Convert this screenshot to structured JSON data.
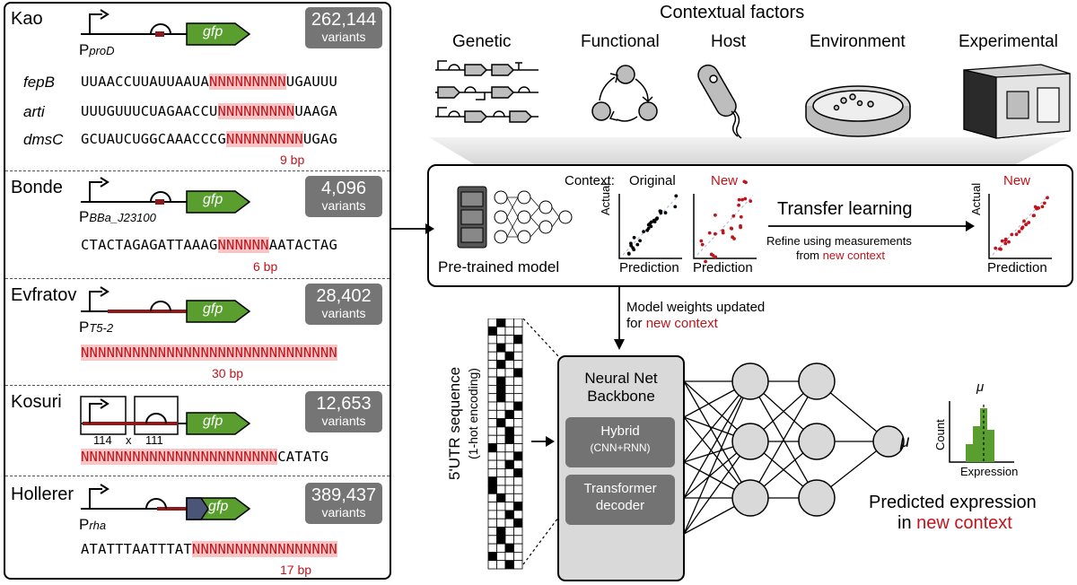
{
  "datasets": [
    {
      "name": "Kao",
      "promoter": "P",
      "promoter_sub": "proD",
      "gene": "gfp",
      "count": "262,144",
      "count_unit": "variants",
      "rows": [
        {
          "label": "fepB",
          "pre": "UUAACCUUAUUAAUA",
          "nnn": "NNNNNNNNN",
          "post": "UGAUUU"
        },
        {
          "label": "arti",
          "pre": "UUUGUUUCUAGAACCU",
          "nnn": "NNNNNNNNN",
          "post": "UAAGA"
        },
        {
          "label": "dmsC",
          "pre": "GCUAUCUGGCAAACCCG",
          "nnn": "NNNNNNNNN",
          "post": "UGAG"
        }
      ],
      "bp": "9 bp"
    },
    {
      "name": "Bonde",
      "promoter": "P",
      "promoter_sub": "BBa_J23100",
      "gene": "gfp",
      "count": "4,096",
      "count_unit": "variants",
      "seq_pre": "CTACTAGAGATTAAAG",
      "seq_nnn": "NNNNNN",
      "seq_post": "AATACTAG",
      "bp": "6 bp"
    },
    {
      "name": "Evfratov",
      "promoter": "P",
      "promoter_sub": "T5-2",
      "gene": "gfp",
      "count": "28,402",
      "count_unit": "variants",
      "seq_nnn": "NNNNNNNNNNNNNNNNNNNNNNNNNNNNNN",
      "bp": "30 bp"
    },
    {
      "name": "Kosuri",
      "gene": "gfp",
      "count": "12,653",
      "count_unit": "variants",
      "lib_a": "114",
      "lib_x": "x",
      "lib_b": "111",
      "seq_nnn": "NNNNNNNNNNNNNNNNNNNNNNN",
      "seq_post": "CATATG"
    },
    {
      "name": "Hollerer",
      "promoter": "P",
      "promoter_sub": "rha",
      "gene": "gfp",
      "count": "389,437",
      "count_unit": "variants",
      "seq_pre": "ATATTTAATTTAT",
      "seq_nnn": "NNNNNNNNNNNNNNNNN",
      "bp": "17 bp"
    }
  ],
  "contextual": {
    "title": "Contextual factors",
    "factors": [
      "Genetic",
      "Functional",
      "Host",
      "Environment",
      "Experimental"
    ]
  },
  "transfer": {
    "context_label": "Context:",
    "original": "Original",
    "new": "New",
    "new2": "New",
    "axis_actual": "Actual",
    "axis_prediction": "Prediction",
    "pretrained": "Pre-trained model",
    "tl_title": "Transfer learning",
    "tl_sub1": "Refine using measurements",
    "tl_sub2_pre": "from ",
    "tl_sub2_red": "new context"
  },
  "model": {
    "weights_line1": "Model weights updated",
    "weights_line2_pre": "for ",
    "weights_line2_red": "new context",
    "input_label1": "5'UTR sequence",
    "input_label2": "(1-hot encoding)",
    "backbone1": "Neural Net",
    "backbone2": "Backbone",
    "hybrid1": "Hybrid",
    "hybrid2": "(CNN+RNN)",
    "trans1": "Transformer",
    "trans2": "decoder",
    "mu": "μ",
    "hist_count": "Count",
    "hist_expr": "Expression",
    "pred1": "Predicted expression",
    "pred2_pre": "in ",
    "pred2_red": "new context"
  },
  "colors": {
    "gfp": "#5a9e2f",
    "accent_red": "#c0141c",
    "highlight": "#f7c5c5",
    "badge": "#757575"
  }
}
